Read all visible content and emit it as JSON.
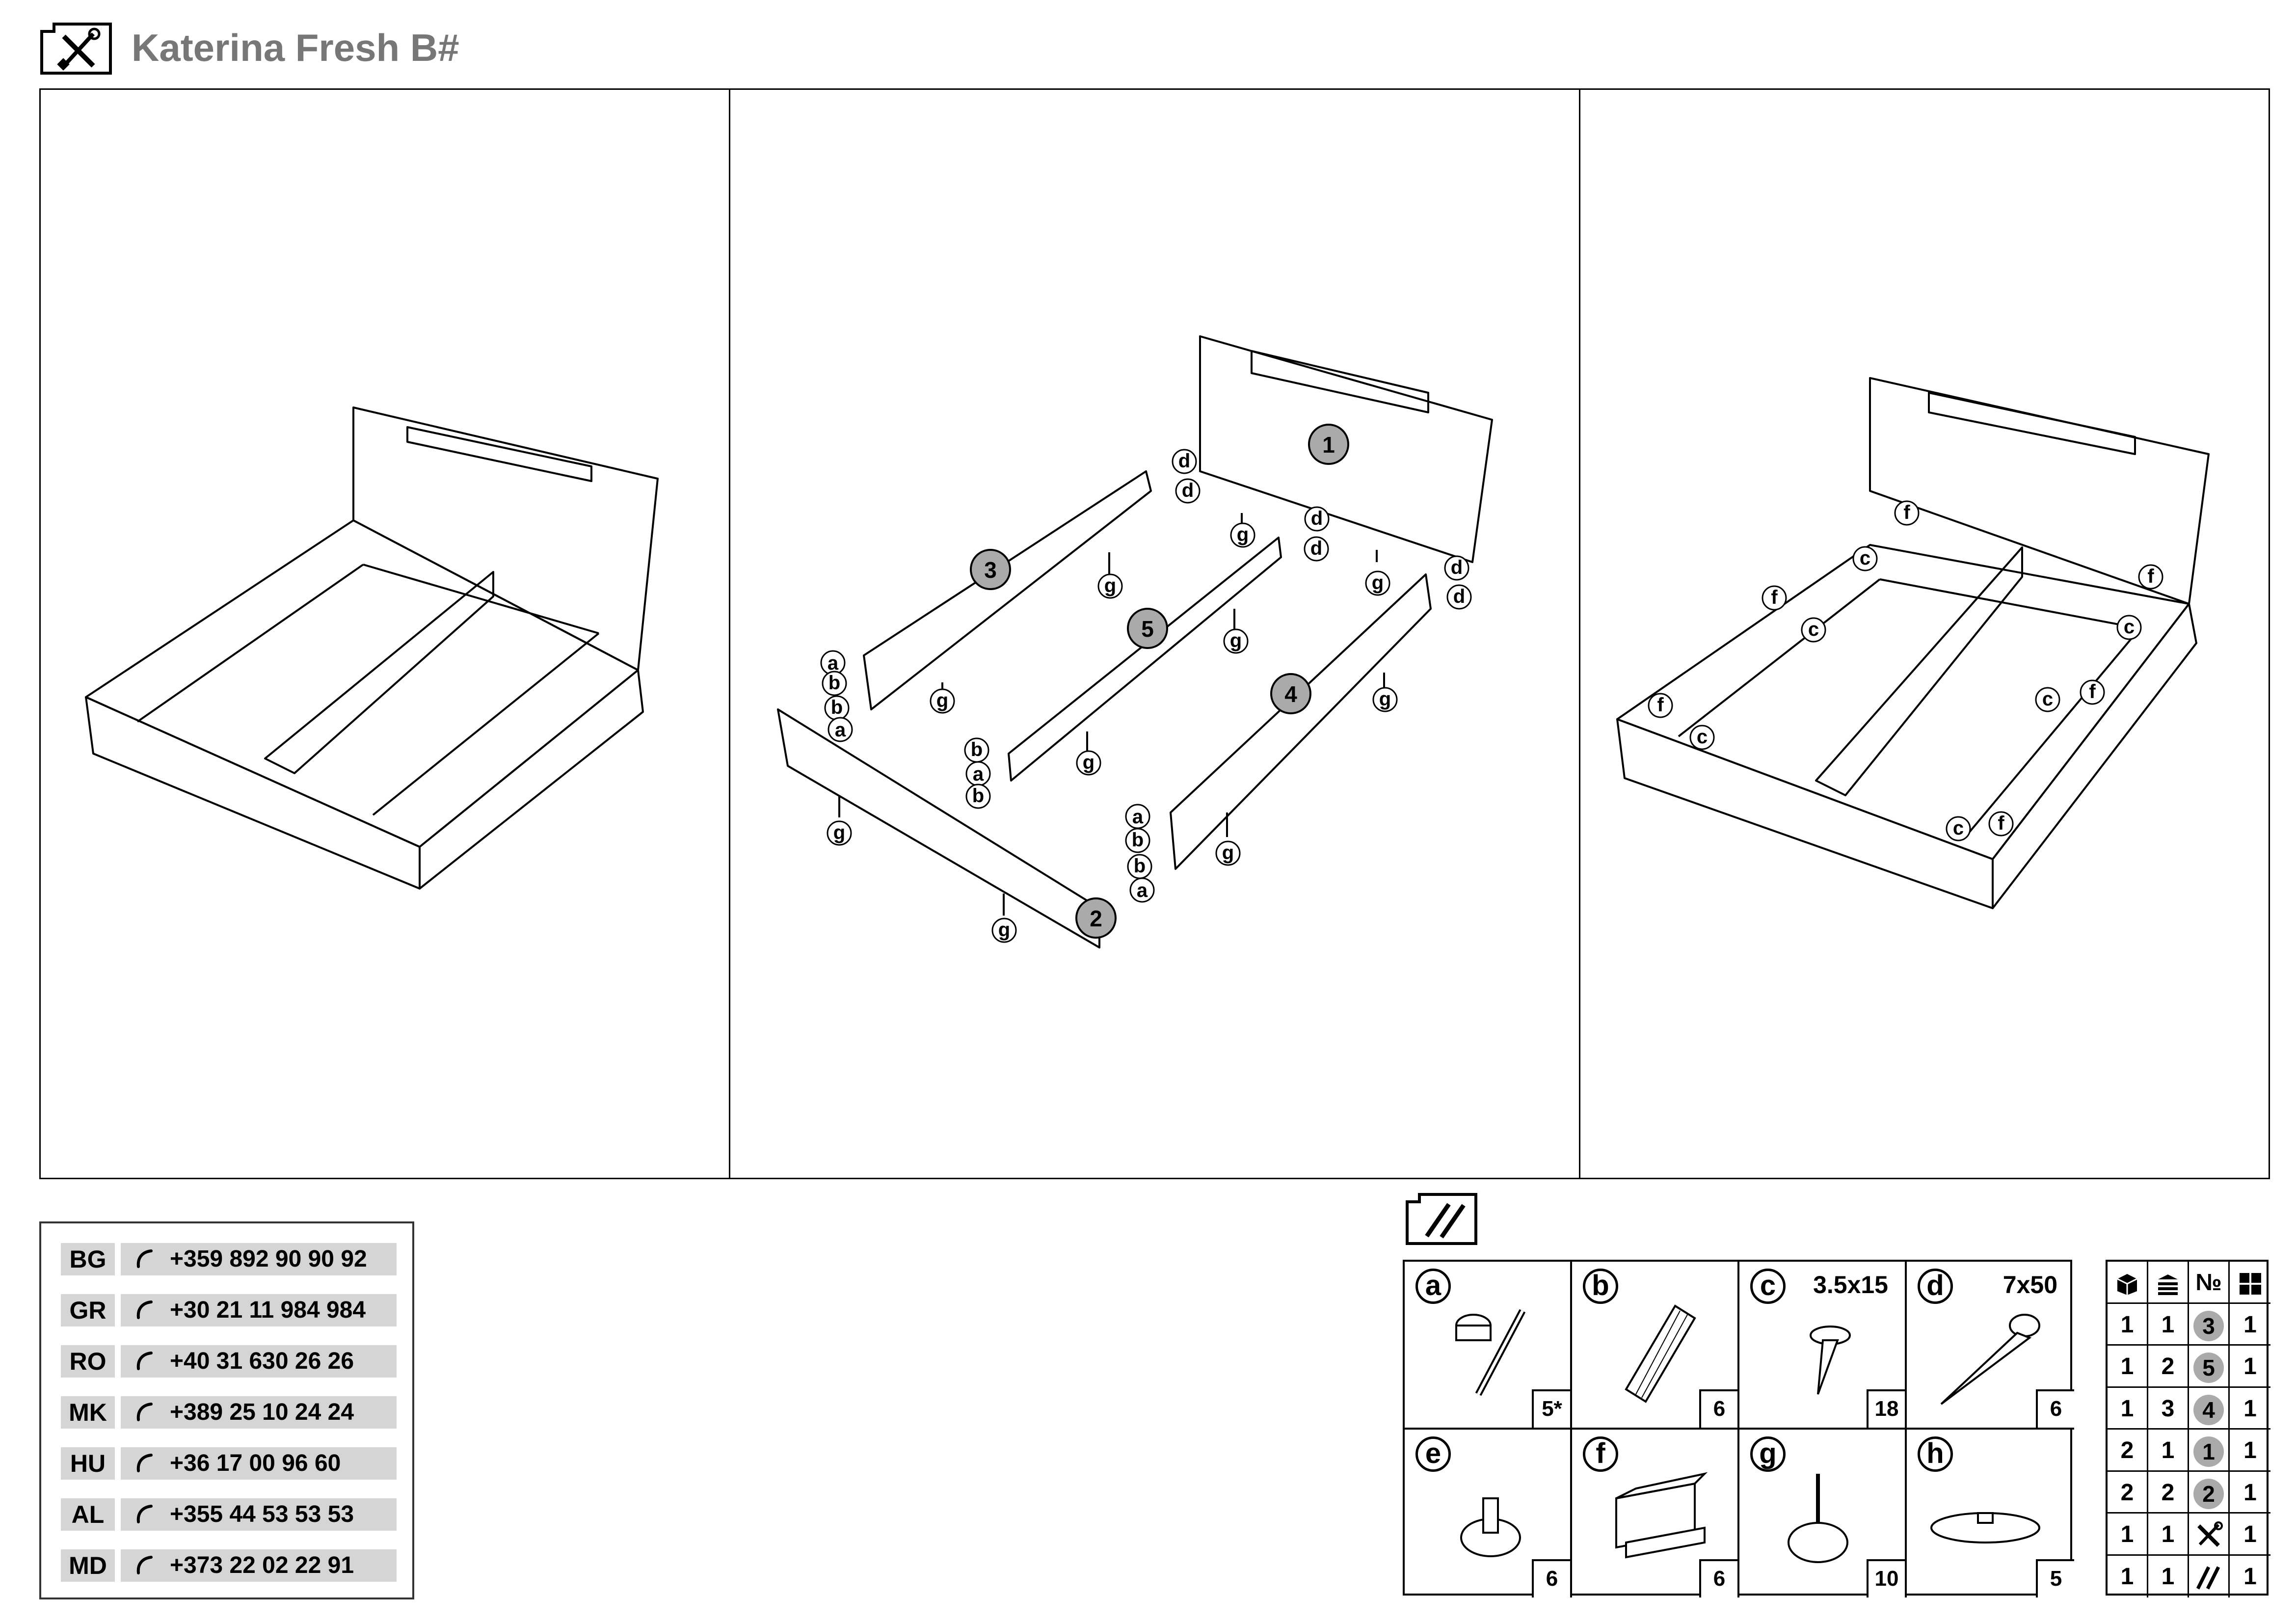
{
  "header": {
    "title": "Katerina Fresh B#",
    "icon": "tools-icon"
  },
  "step2_labels": {
    "part_numbers": [
      "1",
      "2",
      "3",
      "4",
      "5"
    ],
    "letters": {
      "a": "a",
      "b": "b",
      "d": "d",
      "g": "g"
    }
  },
  "step3_labels": {
    "c": "c",
    "f": "f"
  },
  "contacts": [
    {
      "code": "BG",
      "phone": "+359 892 90 90 92"
    },
    {
      "code": "GR",
      "phone": "+30 21 11 984 984"
    },
    {
      "code": "RO",
      "phone": "+40 31 630 26 26"
    },
    {
      "code": "MK",
      "phone": "+389 25 10 24 24"
    },
    {
      "code": "HU",
      "phone": "+36 17 00 96 60"
    },
    {
      "code": "AL",
      "phone": "+355 44 53 53 53"
    },
    {
      "code": "MD",
      "phone": "+373 22 02 22 91"
    }
  ],
  "hardware": {
    "icon": "hardware-icon",
    "items": [
      {
        "letter": "a",
        "size": "",
        "count": "5*"
      },
      {
        "letter": "b",
        "size": "",
        "count": "6"
      },
      {
        "letter": "c",
        "size": "3.5x15",
        "count": "18"
      },
      {
        "letter": "d",
        "size": "7x50",
        "count": "6"
      },
      {
        "letter": "e",
        "size": "",
        "count": "6"
      },
      {
        "letter": "f",
        "size": "",
        "count": "6"
      },
      {
        "letter": "g",
        "size": "",
        "count": "10"
      },
      {
        "letter": "h",
        "size": "",
        "count": "5"
      }
    ]
  },
  "packing": {
    "header_icons": [
      "package-icon",
      "layers-icon",
      "number-sign",
      "grid-icon"
    ],
    "number_header": "№",
    "rows": [
      {
        "col1": "1",
        "col2": "1",
        "part": "3",
        "qty": "1"
      },
      {
        "col1": "1",
        "col2": "2",
        "part": "5",
        "qty": "1"
      },
      {
        "col1": "1",
        "col2": "3",
        "part": "4",
        "qty": "1"
      },
      {
        "col1": "2",
        "col2": "1",
        "part": "1",
        "qty": "1"
      },
      {
        "col1": "2",
        "col2": "2",
        "part": "2",
        "qty": "1"
      },
      {
        "col1": "1",
        "col2": "1",
        "part": "tools-icon",
        "qty": "1"
      },
      {
        "col1": "1",
        "col2": "1",
        "part": "hardware-icon",
        "qty": "1"
      }
    ]
  }
}
